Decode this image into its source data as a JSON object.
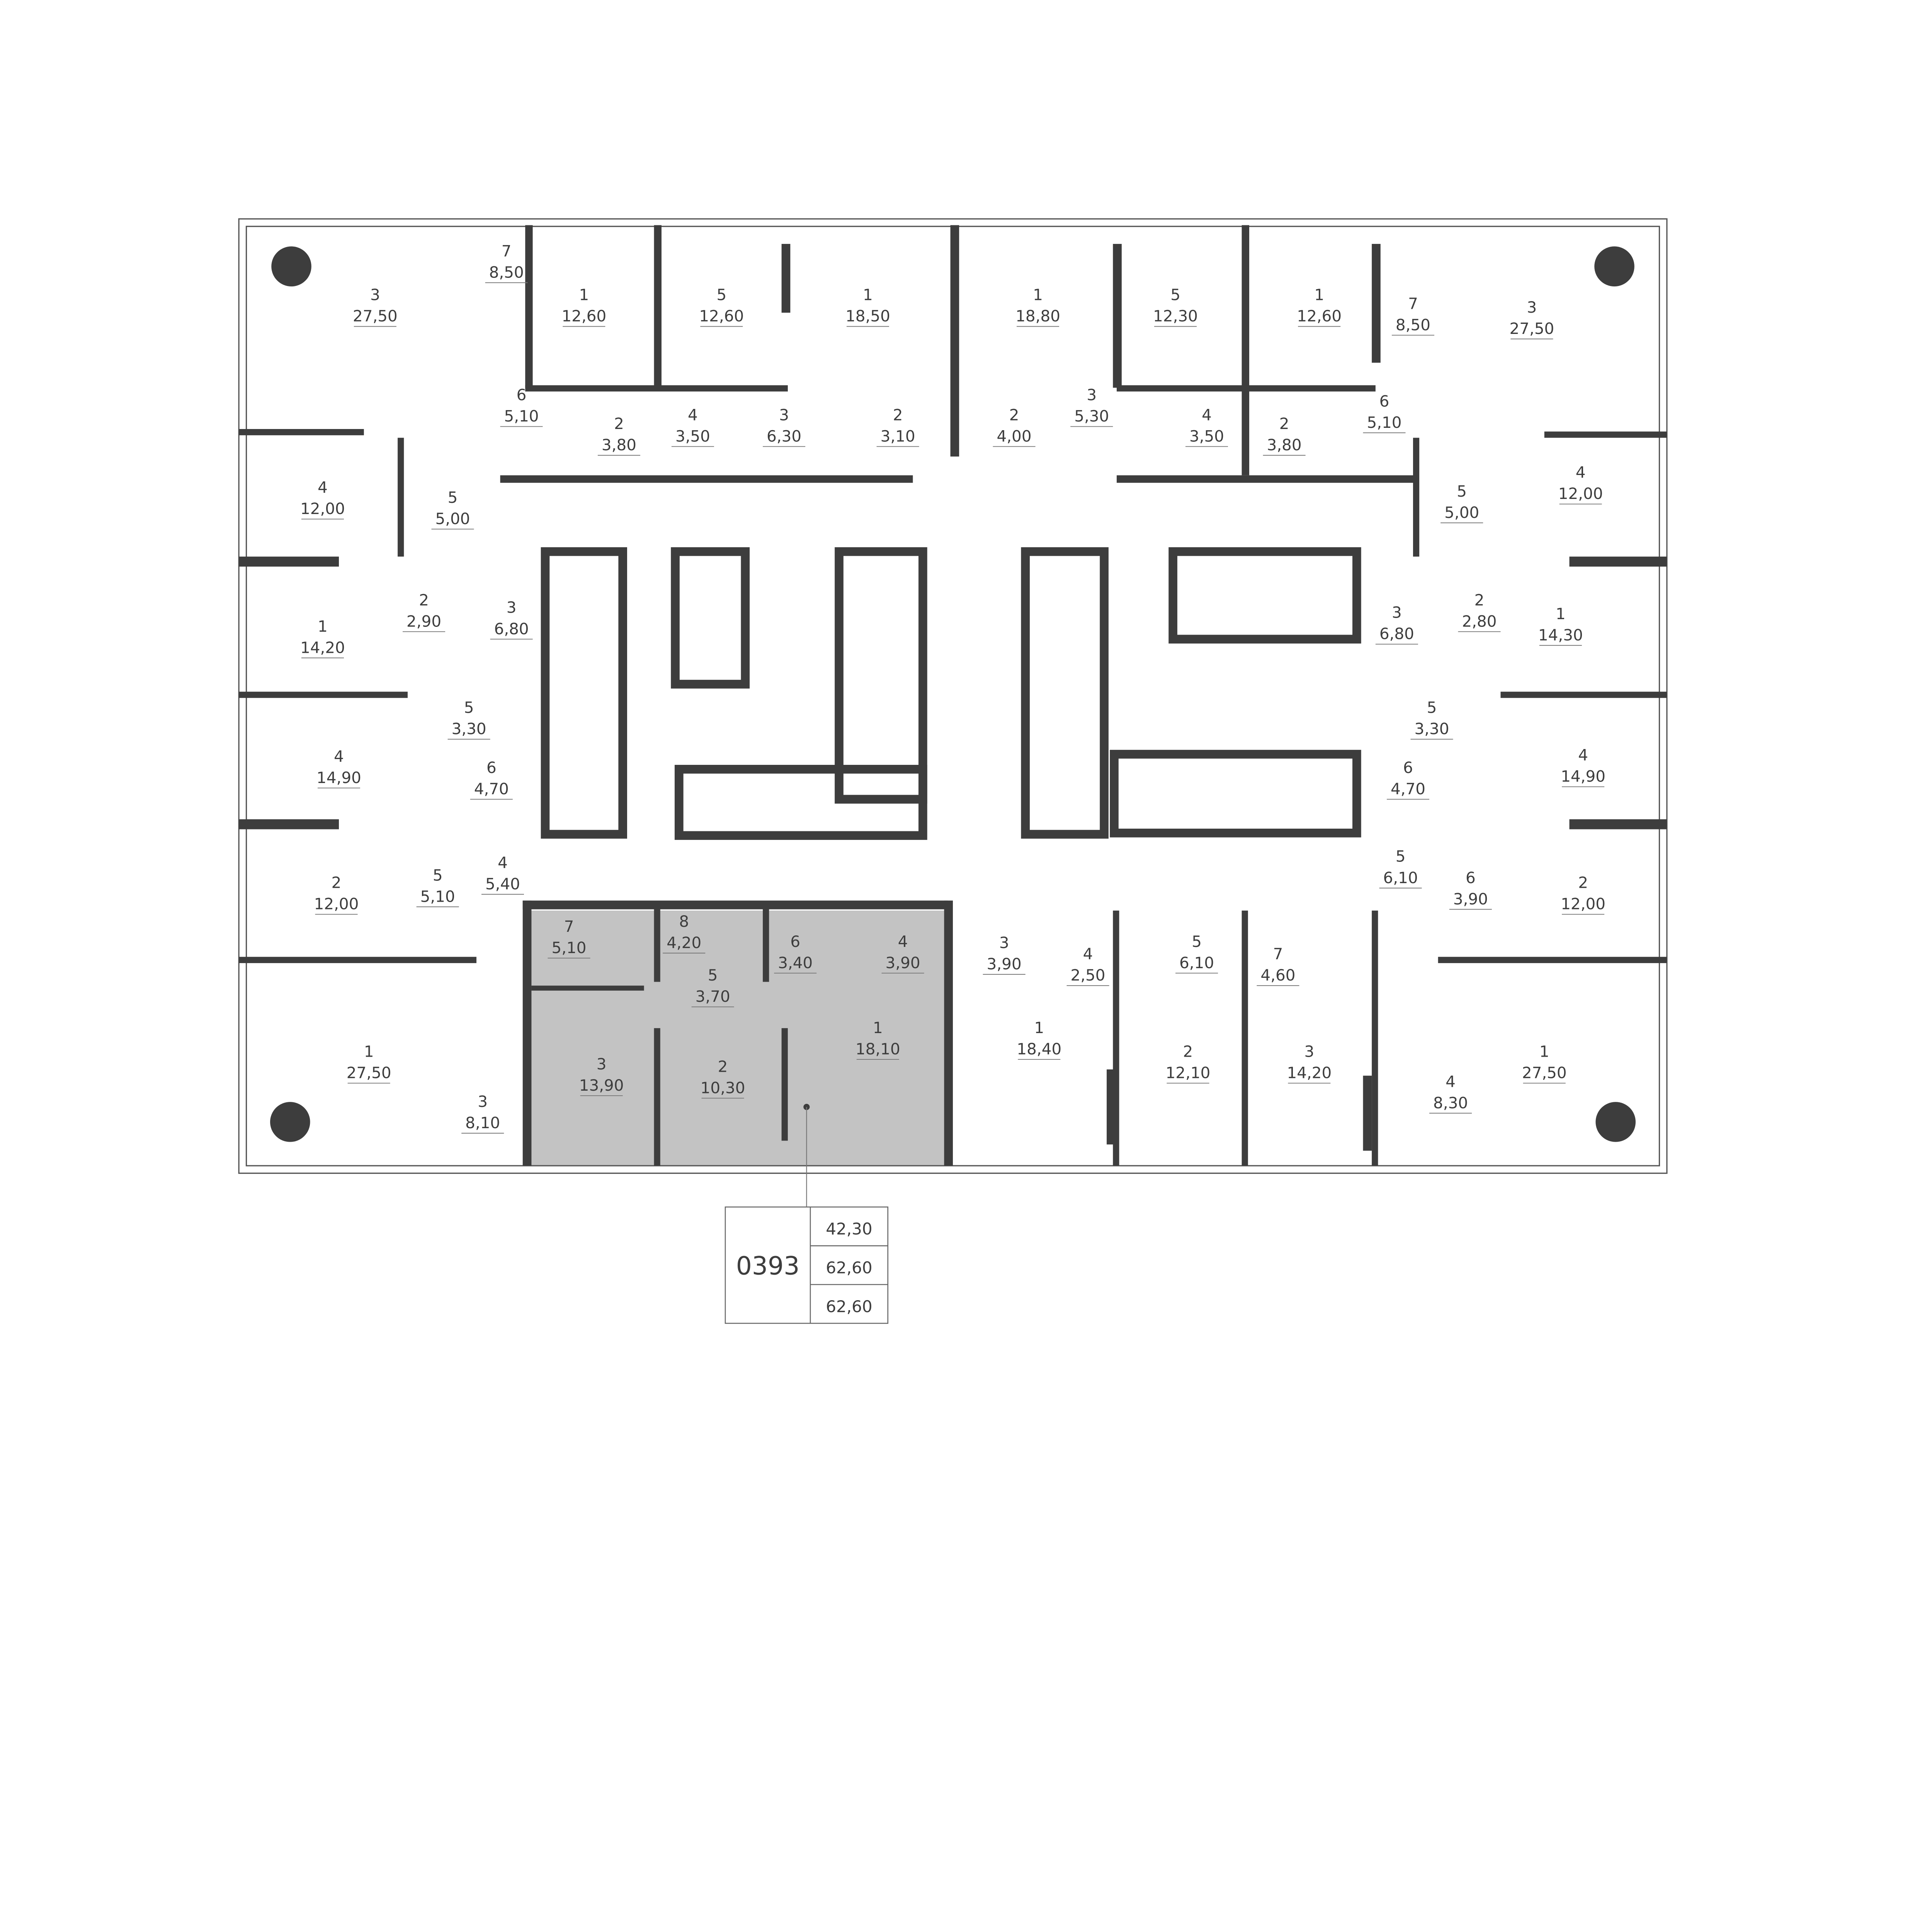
{
  "colors": {
    "wall": "#3d3d3d",
    "highlight": "#c3c3c3",
    "line": "#555555"
  },
  "rooms": [
    {
      "n": "3",
      "a": "27,50"
    },
    {
      "n": "7",
      "a": "8,50"
    },
    {
      "n": "1",
      "a": "12,60"
    },
    {
      "n": "6",
      "a": "5,10"
    },
    {
      "n": "2",
      "a": "3,80"
    },
    {
      "n": "5",
      "a": "12,60"
    },
    {
      "n": "4",
      "a": "3,50"
    },
    {
      "n": "3",
      "a": "6,30"
    },
    {
      "n": "1",
      "a": "18,50"
    },
    {
      "n": "2",
      "a": "3,10"
    },
    {
      "n": "1",
      "a": "18,80"
    },
    {
      "n": "2",
      "a": "4,00"
    },
    {
      "n": "3",
      "a": "5,30"
    },
    {
      "n": "5",
      "a": "12,30"
    },
    {
      "n": "4",
      "a": "3,50"
    },
    {
      "n": "1",
      "a": "12,60"
    },
    {
      "n": "2",
      "a": "3,80"
    },
    {
      "n": "7",
      "a": "8,50"
    },
    {
      "n": "6",
      "a": "5,10"
    },
    {
      "n": "3",
      "a": "27,50"
    },
    {
      "n": "4",
      "a": "12,00"
    },
    {
      "n": "5",
      "a": "5,00"
    },
    {
      "n": "2",
      "a": "2,90"
    },
    {
      "n": "1",
      "a": "14,20"
    },
    {
      "n": "3",
      "a": "6,80"
    },
    {
      "n": "5",
      "a": "3,30"
    },
    {
      "n": "4",
      "a": "14,90"
    },
    {
      "n": "6",
      "a": "4,70"
    },
    {
      "n": "2",
      "a": "12,00"
    },
    {
      "n": "5",
      "a": "5,10"
    },
    {
      "n": "4",
      "a": "5,40"
    },
    {
      "n": "1",
      "a": "27,50"
    },
    {
      "n": "3",
      "a": "8,10"
    },
    {
      "n": "7",
      "a": "5,10"
    },
    {
      "n": "8",
      "a": "4,20"
    },
    {
      "n": "6",
      "a": "3,40"
    },
    {
      "n": "5",
      "a": "3,70"
    },
    {
      "n": "4",
      "a": "3,90"
    },
    {
      "n": "1",
      "a": "18,10"
    },
    {
      "n": "3",
      "a": "13,90"
    },
    {
      "n": "2",
      "a": "10,30"
    },
    {
      "n": "3",
      "a": "3,90"
    },
    {
      "n": "4",
      "a": "2,50"
    },
    {
      "n": "5",
      "a": "6,10"
    },
    {
      "n": "7",
      "a": "4,60"
    },
    {
      "n": "1",
      "a": "18,40"
    },
    {
      "n": "2",
      "a": "12,10"
    },
    {
      "n": "3",
      "a": "14,20"
    },
    {
      "n": "4",
      "a": "8,30"
    },
    {
      "n": "1",
      "a": "27,50"
    },
    {
      "n": "4",
      "a": "12,00"
    },
    {
      "n": "5",
      "a": "5,00"
    },
    {
      "n": "2",
      "a": "2,80"
    },
    {
      "n": "1",
      "a": "14,30"
    },
    {
      "n": "3",
      "a": "6,80"
    },
    {
      "n": "5",
      "a": "3,30"
    },
    {
      "n": "4",
      "a": "14,90"
    },
    {
      "n": "6",
      "a": "4,70"
    },
    {
      "n": "2",
      "a": "12,00"
    },
    {
      "n": "5",
      "a": "6,10"
    },
    {
      "n": "6",
      "a": "3,90"
    }
  ],
  "legend": {
    "apartment_number": "0393",
    "values": [
      "42,30",
      "62,60",
      "62,60"
    ]
  }
}
